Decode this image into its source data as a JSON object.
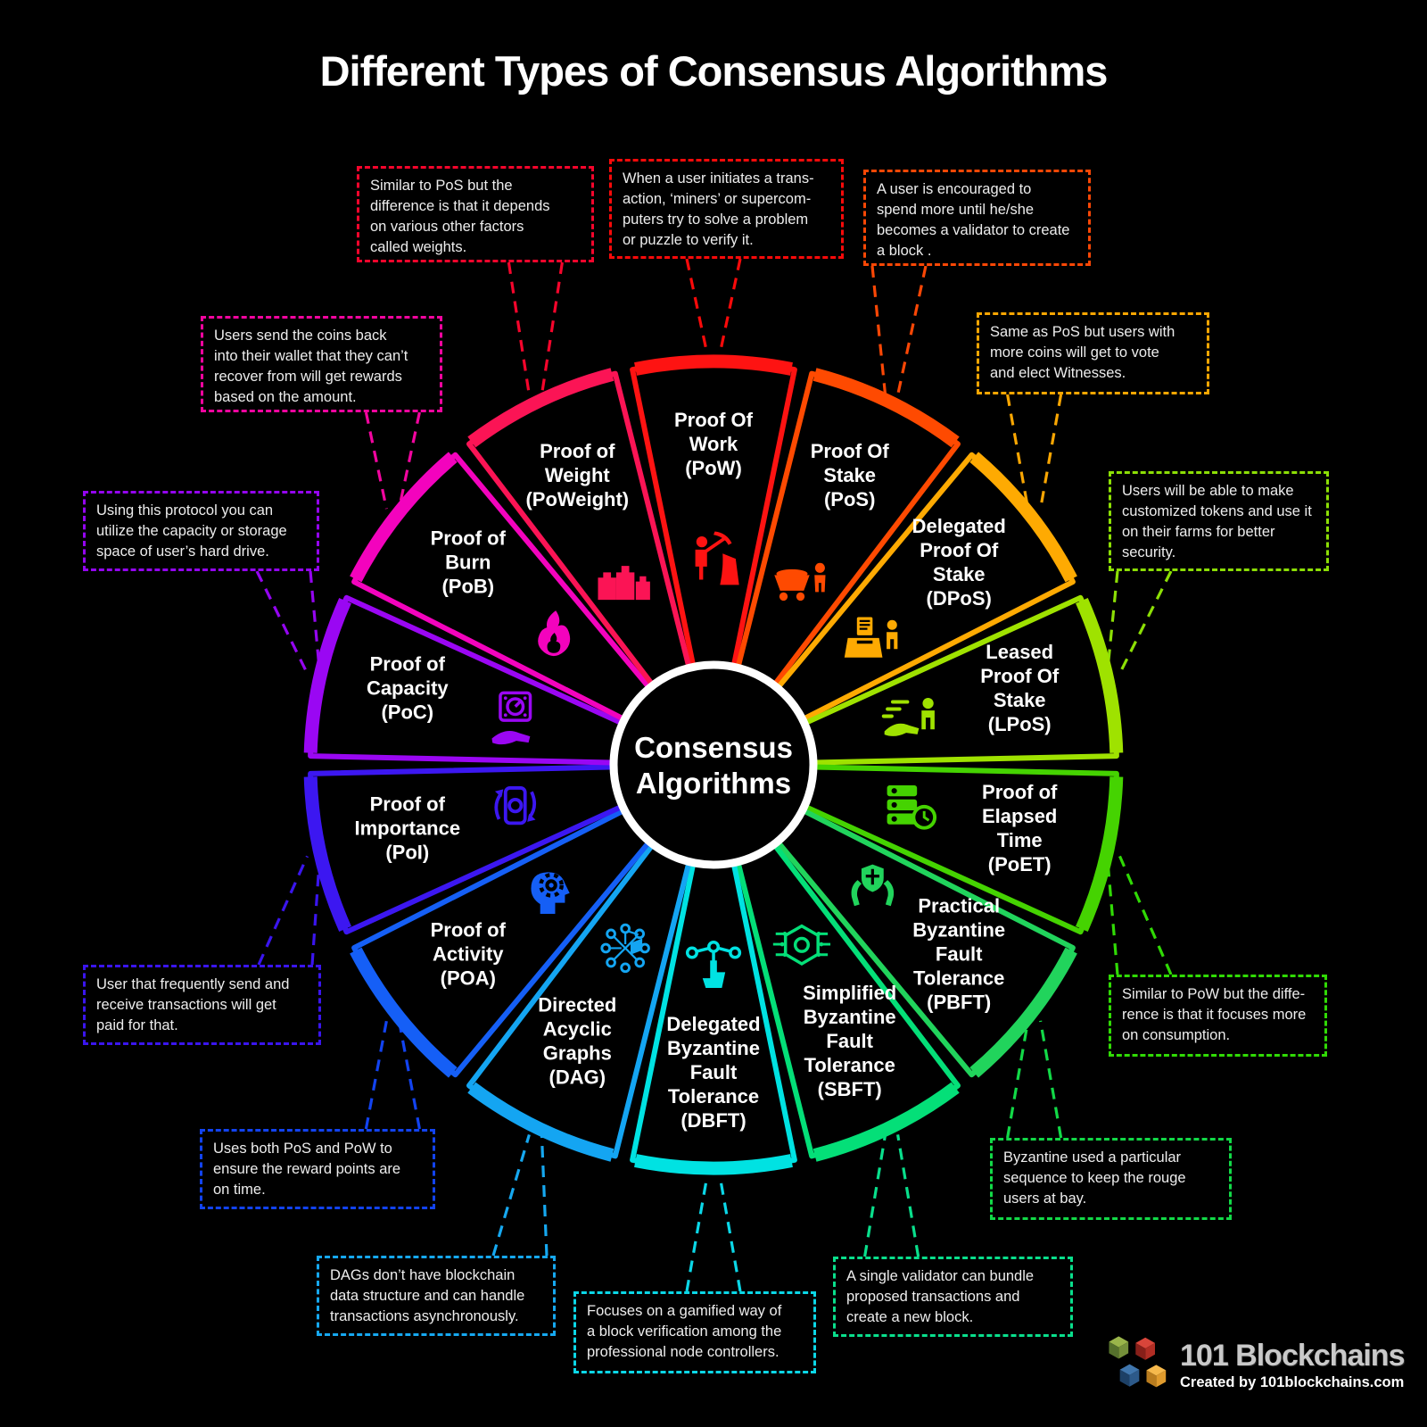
{
  "title": "Different Types of Consensus Algorithms",
  "center": {
    "line1": "Consensus",
    "line2": "Algorithms"
  },
  "segments": [
    {
      "id": "pow",
      "label": "Proof Of\nWork\n(PoW)",
      "color": "#fe1312",
      "icon": "miner-icon"
    },
    {
      "id": "pos",
      "label": "Proof Of\nStake\n(PoS)",
      "color": "#fe4a01",
      "icon": "mine-cart-icon"
    },
    {
      "id": "dpos",
      "label": "Delegated\nProof Of\nStake\n(DPoS)",
      "color": "#feaa02",
      "icon": "ballot-box-icon"
    },
    {
      "id": "lpos",
      "label": "Leased\nProof Of\nStake\n(LPoS)",
      "color": "#9fe200",
      "icon": "lease-hand-icon"
    },
    {
      "id": "poet",
      "label": "Proof of\nElapsed\nTime\n(PoET)",
      "color": "#45d301",
      "icon": "server-clock-icon"
    },
    {
      "id": "pbft",
      "label": "Practical\nByzantine\nFault\nTolerance\n(PBFT)",
      "color": "#21d45c",
      "icon": "shield-hands-icon"
    },
    {
      "id": "sbft",
      "label": "Simplified\nByzantine\nFault\nTolerance\n(SBFT)",
      "color": "#04df78",
      "icon": "chip-icon"
    },
    {
      "id": "dbft",
      "label": "Delegated\nByzantine\nFault\nTolerance\n(DBFT)",
      "color": "#00e2e2",
      "icon": "nodes-hand-icon"
    },
    {
      "id": "dag",
      "label": "Directed\nAcyclic\nGraphs\n(DAG)",
      "color": "#14a5f2",
      "icon": "graph-network-icon"
    },
    {
      "id": "poa",
      "label": "Proof of\nActivity\n(POA)",
      "color": "#155ff6",
      "icon": "head-gear-icon"
    },
    {
      "id": "poi",
      "label": "Proof of\nImportance\n(PoI)",
      "color": "#3c17f1",
      "icon": "money-swap-icon"
    },
    {
      "id": "poc",
      "label": "Proof of\nCapacity\n(PoC)",
      "color": "#9a07f3",
      "icon": "storage-hand-icon"
    },
    {
      "id": "pob",
      "label": "Proof of\nBurn\n(PoB)",
      "color": "#f303bd",
      "icon": "flame-icon"
    },
    {
      "id": "poweight",
      "label": "Proof of\nWeight\n(PoWeight)",
      "color": "#fb1455",
      "icon": "weights-icon"
    }
  ],
  "callouts": [
    {
      "target": "poweight",
      "color": "#f6052c",
      "text": "Similar to PoS but the\ndifference is that it depends\non various other factors\ncalled weights."
    },
    {
      "target": "pow",
      "color": "#fa0a0a",
      "text": "When a user initiates a trans-\naction, ‘miners’ or supercom-\nputers try to solve a problem\nor puzzle to verify it."
    },
    {
      "target": "pos",
      "color": "#fb4705",
      "text": "A user is encouraged to\nspend more until he/she\nbecomes a validator to create\na block ."
    },
    {
      "target": "dpos",
      "color": "#f9a602",
      "text": "Same as PoS but users with\nmore coins will get to vote\nand elect Witnesses."
    },
    {
      "target": "lpos",
      "color": "#8cdf05",
      "text": "Users will be able to make\ncustomized tokens and use it\non their farms for better\nsecurity."
    },
    {
      "target": "poet",
      "color": "#30da05",
      "text": "Similar to PoW but the diffe-\nrence is that it focuses more\non consumption."
    },
    {
      "target": "pbft",
      "color": "#12d947",
      "text": "Byzantine used a particular\nsequence to keep the rouge\nusers at bay."
    },
    {
      "target": "sbft",
      "color": "#09df8c",
      "text": "A single validator can bundle\nproposed transactions and\ncreate a new block."
    },
    {
      "target": "dbft",
      "color": "#0bd7e7",
      "text": "Focuses on a gamified way of\na block verification among the\nprofessional node controllers."
    },
    {
      "target": "dag",
      "color": "#16a8f0",
      "text": "DAGs don’t have blockchain\ndata structure and can handle\ntransactions asynchronously."
    },
    {
      "target": "poa",
      "color": "#1243f0",
      "text": "Uses both PoS and PoW to\nensure the reward points are\non time."
    },
    {
      "target": "poi",
      "color": "#3a15ee",
      "text": "User that frequently send and\nreceive transactions will get\npaid for that."
    },
    {
      "target": "poc",
      "color": "#9405f0",
      "text": "Using this protocol you can\nutilize the capacity or storage\nspace of user’s hard drive."
    },
    {
      "target": "pob",
      "color": "#f2059f",
      "text": "Users send the coins back\ninto their wallet that they can’t\nrecover from will get rewards\nbased on the amount."
    }
  ],
  "footer": {
    "brand": "101 Blockchains",
    "credit": "Created by 101blockchains.com",
    "cube_colors": {
      "green": "#8aa43c",
      "red": "#c4372b",
      "blue": "#33618f",
      "orange": "#eca93a"
    }
  }
}
